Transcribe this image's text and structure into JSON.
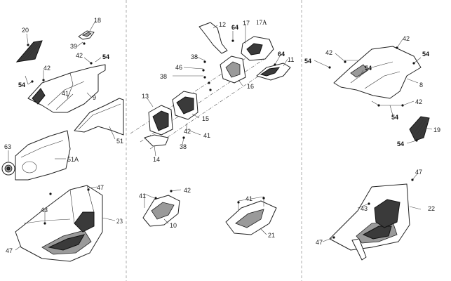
{
  "labels": {
    "p20": "20",
    "p18": "18",
    "p39": "39",
    "p42a": "42",
    "p54a": "54",
    "p42b": "42",
    "p54b": "54",
    "p41a": "41",
    "p9": "9",
    "p51": "51",
    "p63": "63",
    "p51a": "51A",
    "p47a": "47",
    "p43a": "43",
    "p23": "23",
    "p47b": "47",
    "p12": "12",
    "p64a": "64",
    "p17": "17",
    "p17a": "17A",
    "p38a": "38",
    "p46": "46",
    "p64b": "64",
    "p11": "11",
    "p38b": "38",
    "p16": "16",
    "p13": "13",
    "p15": "15",
    "p42c": "42",
    "p41b": "41",
    "p38c": "38",
    "p14": "14",
    "p41c": "41",
    "p42d": "42",
    "p10": "10",
    "p41d": "41",
    "p21": "21",
    "p42e": "42",
    "p42f": "42",
    "p54c": "54",
    "p54d": "54",
    "p54e": "54",
    "p8": "8",
    "p42g": "42",
    "p54f": "54",
    "p19": "19",
    "p54g": "54",
    "p47c": "47",
    "p43b": "43",
    "p22": "22",
    "p47d": "47"
  }
}
